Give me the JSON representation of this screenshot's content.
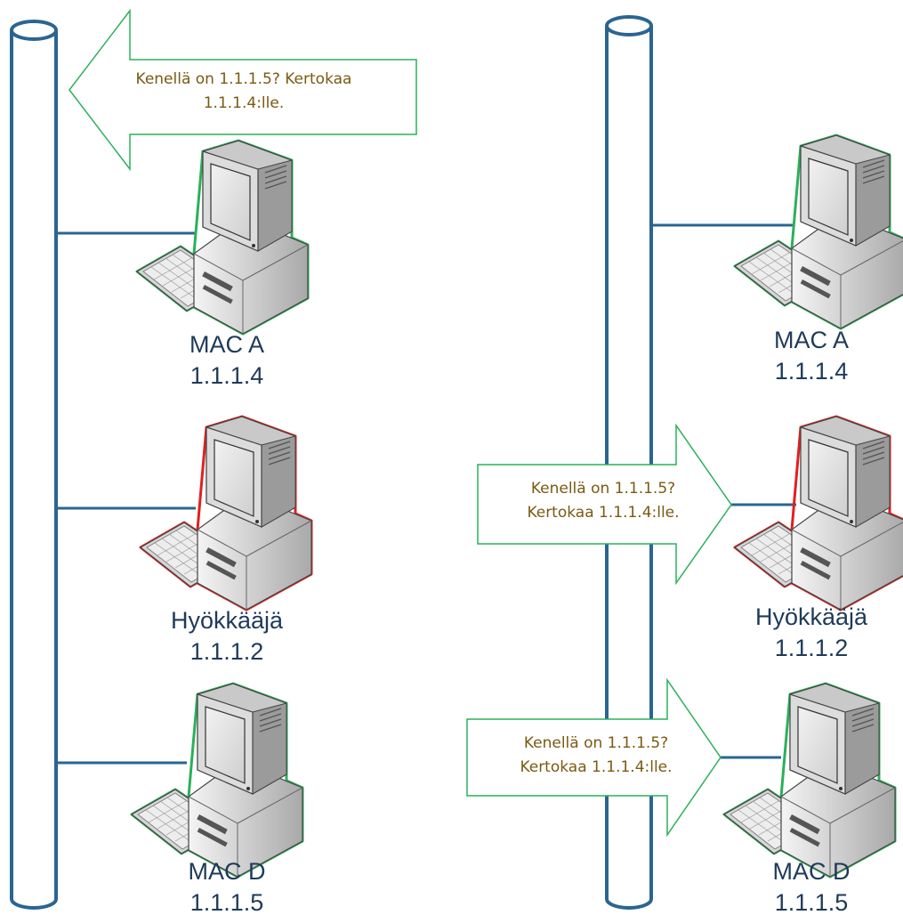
{
  "colors": {
    "bus": "#2a6592",
    "link": "#2a6592",
    "arrow_stroke": "#2bb05a",
    "arrow_text": "#7a5a12",
    "label_text": "#1f3a5a",
    "normal_outline": "#2bb05a",
    "attacker_outline": "#e02020"
  },
  "left_panel": {
    "broadcast": {
      "line1": "Kenellä on 1.1.1.5? Kertokaa",
      "line2": "1.1.1.4:lle."
    },
    "hosts": [
      {
        "name": "MAC A",
        "ip": "1.1.1.4",
        "role": "normal"
      },
      {
        "name": "Hyökkääjä",
        "ip": "1.1.1.2",
        "role": "attacker"
      },
      {
        "name": "MAC D",
        "ip": "1.1.1.5",
        "role": "normal"
      }
    ]
  },
  "right_panel": {
    "delivery_1": {
      "line1": "Kenellä on 1.1.1.5?",
      "line2": "Kertokaa 1.1.1.4:lle."
    },
    "delivery_2": {
      "line1": "Kenellä on 1.1.1.5?",
      "line2": "Kertokaa 1.1.1.4:lle."
    },
    "hosts": [
      {
        "name": "MAC A",
        "ip": "1.1.1.4",
        "role": "normal"
      },
      {
        "name": "Hyökkääjä",
        "ip": "1.1.1.2",
        "role": "attacker"
      },
      {
        "name": "MAC D",
        "ip": "1.1.1.5",
        "role": "normal"
      }
    ]
  }
}
